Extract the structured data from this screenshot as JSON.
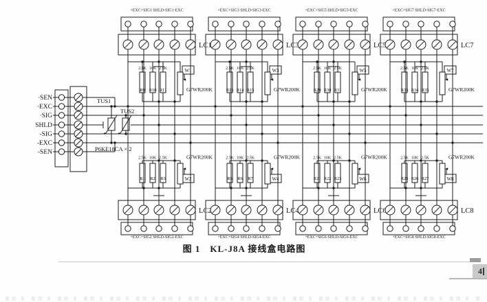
{
  "page": {
    "caption": "图 1　KL-J8A 接线盒电路图",
    "page_number": "4",
    "colors": {
      "ink": "#1c1c1c",
      "paper": "#fefefe",
      "page_num_bg": "#c9c9c9"
    }
  },
  "left_block": {
    "terminals": [
      "·SEN",
      "·EXC",
      "·SIG",
      "SHLD",
      "-SIG",
      "-EXC",
      "-SEN"
    ],
    "tvs_labels": [
      "TUS1",
      "TUS2"
    ],
    "protector_label": "P6KE18CA × 2"
  },
  "columns": [
    {
      "top": {
        "header": "+EXC+SIG1 SHLD-SIG1-EXC",
        "lc_label": "LC1",
        "r_values": [
          "2.5K",
          "10K",
          "2.5K"
        ],
        "r_names": [
          "R9",
          "R10",
          "R11"
        ],
        "pot_label": "W1",
        "pot_model": "G7WR200K"
      },
      "bottom": {
        "lc_label": "LC2",
        "footer": "+EXC+SIG2 SHLD-SIG2-EXC",
        "r_values": [
          "2.5K",
          "10K",
          "2.5K"
        ],
        "r_names": [
          "R1",
          "R2",
          "R3"
        ],
        "pot_label": "W2",
        "pot_model": "G7WR200K"
      }
    },
    {
      "top": {
        "header": "+EXC+SIG3 SHLD-SIG3-EXC",
        "lc_label": "LC3",
        "r_values": [
          "2.5K",
          "10K",
          "2.5K"
        ],
        "r_names": [
          "R13",
          "R14",
          "R15"
        ],
        "pot_label": "W3",
        "pot_model": "G7WR200K"
      },
      "bottom": {
        "lc_label": "LC4",
        "footer": "+EXC+SIG4 SHLD-SIG4-EXC",
        "r_values": [
          "2.5K",
          "10K",
          "2.5K"
        ],
        "r_names": [
          "R5",
          "R6",
          "R7"
        ],
        "pot_label": "W4",
        "pot_model": "G7WR200K"
      }
    },
    {
      "top": {
        "header": "+EXC+SIG5 SHLD-SIG5-EXC",
        "lc_label": "LC5",
        "r_values": [
          "2.5K",
          "10K",
          "2.5K"
        ],
        "r_names": [
          "R29",
          "R30",
          "R31"
        ],
        "pot_label": "W5",
        "pot_model": "G7WR200K"
      },
      "bottom": {
        "lc_label": "LC6",
        "footer": "+EXC+SIG6 SHLD-SIG6-EXC",
        "r_values": [
          "2.5K",
          "10K",
          "2.5K"
        ],
        "r_names": [
          "R21",
          "R22",
          "R23"
        ],
        "pot_label": "W6",
        "pot_model": "G7WR200K"
      }
    },
    {
      "top": {
        "header": "+EXC+SIG7 SHLD-SIG7-EXC",
        "lc_label": "LC7",
        "r_values": [
          "2.5K",
          "10K",
          "2.5K"
        ],
        "r_names": [
          "R33",
          "R34",
          "R35"
        ],
        "pot_label": "W7",
        "pot_model": "G7WR200K"
      },
      "bottom": {
        "lc_label": "LC8",
        "footer": "+EXC+SIG8 SHLD-SIG8-EXC",
        "r_values": [
          "2.5K",
          "10K",
          "2.5K"
        ],
        "r_names": [
          "R25",
          "R26",
          "R27"
        ],
        "pot_label": "W8",
        "pot_model": "G7WR200K"
      }
    }
  ]
}
